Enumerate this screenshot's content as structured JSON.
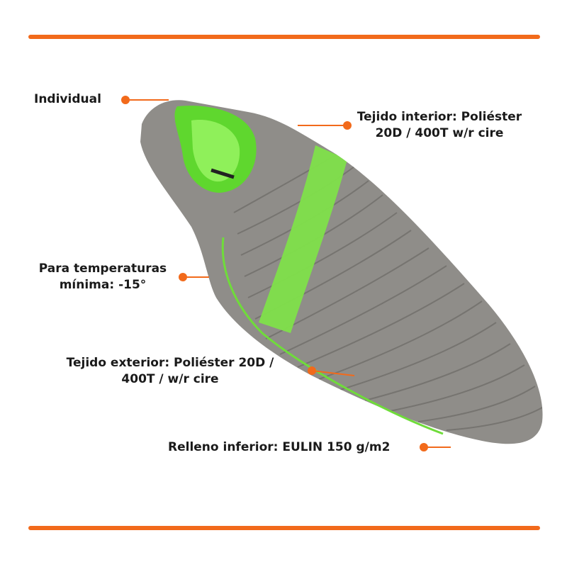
{
  "colors": {
    "accent": "#f26a1b",
    "bag_gray": "#8f8d89",
    "bag_green": "#6fdc3a"
  },
  "callouts": {
    "individual": "Individual",
    "inner_fabric": {
      "line1": "Tejido interior: Poliéster",
      "line2": "20D / 400T w/r cire"
    },
    "temperature": {
      "line1": "Para temperaturas",
      "line2": "mínima: -15°"
    },
    "outer_fabric": {
      "line1": "Tejido exterior:  Poliéster 20D /",
      "line2": "400T / w/r cire"
    },
    "bottom_fill": "Relleno inferior:  EULIN 150 g/m2"
  }
}
